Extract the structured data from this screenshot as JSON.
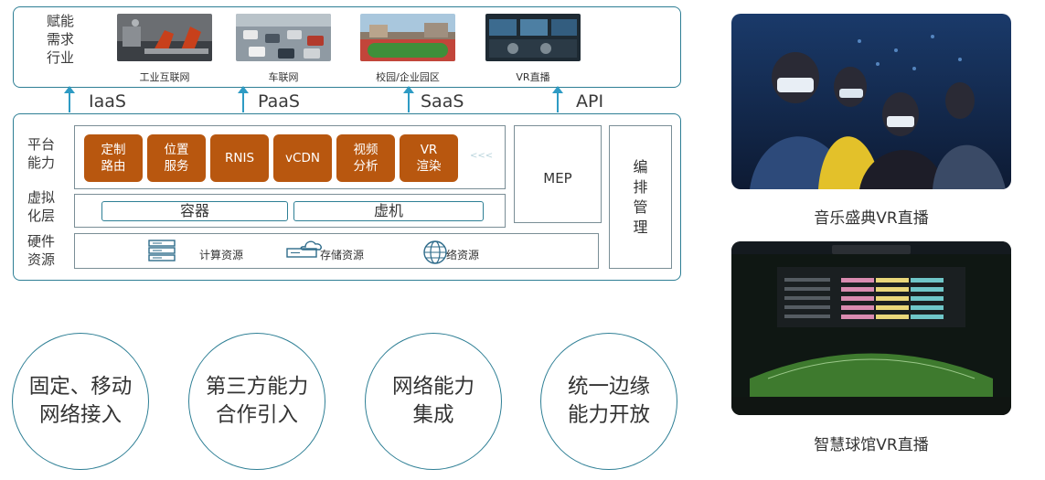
{
  "top": {
    "side_label": "赋能\n需求\n行业",
    "thumbs": [
      {
        "caption": "工业互联网",
        "icon": "factory-robot-photo"
      },
      {
        "caption": "车联网",
        "icon": "traffic-photo"
      },
      {
        "caption": "校园/企业园区",
        "icon": "campus-photo"
      },
      {
        "caption": "VR直播",
        "icon": "vr-studio-photo"
      }
    ]
  },
  "layers": [
    "IaaS",
    "PaaS",
    "SaaS",
    "API"
  ],
  "platform": {
    "ability_label": "平台\n能力",
    "virtual_label": "虚拟\n化层",
    "hardware_label": "硬件\n资源",
    "functions": [
      "定制\n路由",
      "位置\n服务",
      "RNIS",
      "vCDN",
      "视频\n分析",
      "VR\n渲染"
    ],
    "more": "<<<",
    "virtual": [
      "容器",
      "虚机"
    ],
    "resources": [
      {
        "label": "计算资源",
        "icon": "server-icon"
      },
      {
        "label": "存储资源",
        "icon": "cloud-storage-icon"
      },
      {
        "label": "络资源",
        "icon": "globe-icon"
      }
    ],
    "mep": "MEP",
    "orchestration": "编\n排\n管\n理"
  },
  "circles": [
    "固定、移动\n网络接入",
    "第三方能力\n合作引入",
    "网络能力\n集成",
    "统一边缘\n能力开放"
  ],
  "photos": [
    {
      "caption": "音乐盛典VR直播"
    },
    {
      "caption": "智慧球馆VR直播"
    }
  ],
  "colors": {
    "accent": "#2e7f95",
    "function_block": "#b8570f"
  }
}
